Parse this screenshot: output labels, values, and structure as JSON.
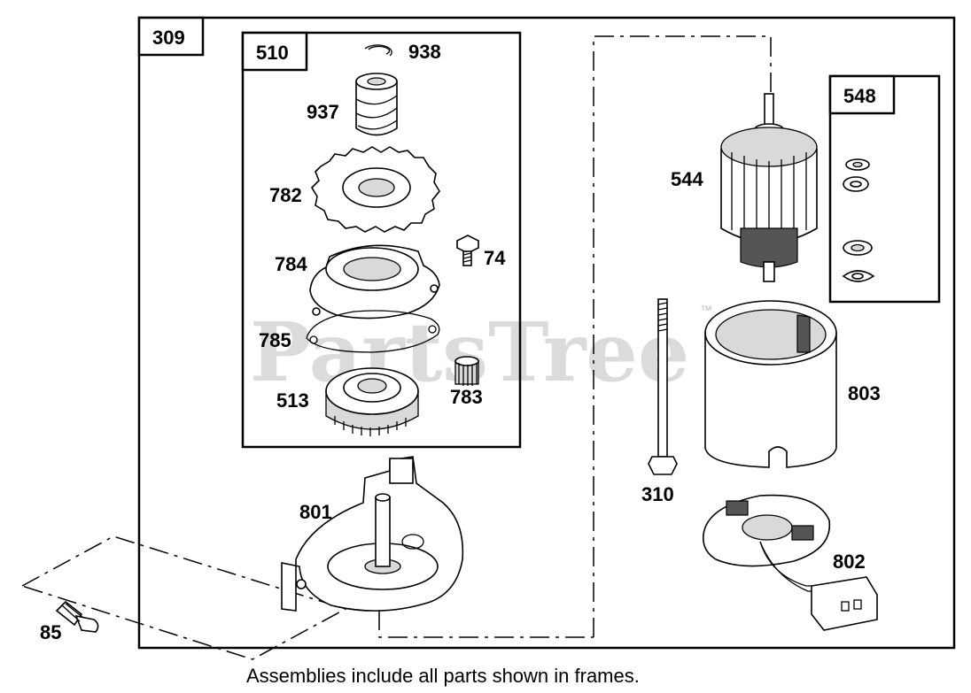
{
  "watermark": "PartsTree",
  "watermark_tm": "™",
  "assemblies": {
    "outer": "309",
    "gear_kit": "510",
    "washers": "548"
  },
  "parts": {
    "p938": "938",
    "p937": "937",
    "p782": "782",
    "p74": "74",
    "p784": "784",
    "p785": "785",
    "p513": "513",
    "p783": "783",
    "p801": "801",
    "p85": "85",
    "p544": "544",
    "p803": "803",
    "p310": "310",
    "p802": "802"
  },
  "footnote": "Assemblies include all parts shown in frames."
}
